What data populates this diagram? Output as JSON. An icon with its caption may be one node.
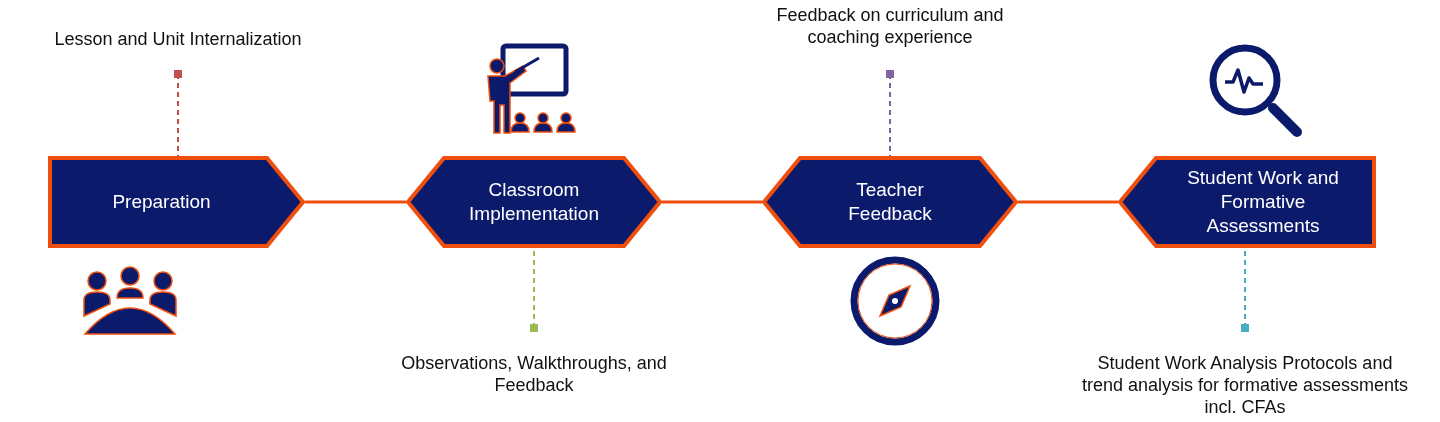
{
  "diagram": {
    "nodes": [
      {
        "text": [
          "Preparation"
        ]
      },
      {
        "text": [
          "Classroom Implementation"
        ]
      },
      {
        "text": [
          "Teacher Feedback"
        ]
      },
      {
        "text": [
          "Student Work and Formative Assessments"
        ]
      },
      {
        "text": [
          "Lesson and Unit Internalization"
        ]
      },
      {
        "text": [
          "Observations, Walkthroughs, and Feedback"
        ]
      },
      {
        "text": [
          "Feedback on curriculum and coaching experience"
        ]
      },
      {
        "text": [
          "Student Work Analysis Protocols and trend analysis for formative assessments incl. CFAs"
        ]
      }
    ],
    "edges": [
      {
        "from": 0,
        "to": 1,
        "arrow": "none"
      },
      {
        "from": 1,
        "to": 2,
        "arrow": "none"
      },
      {
        "from": 2,
        "to": 3,
        "arrow": "none"
      },
      {
        "from": 4,
        "to": 0,
        "arrow": "other",
        "style": "dashed",
        "color": "#c0504d"
      },
      {
        "from": 5,
        "to": 1,
        "arrow": "other",
        "style": "dashed",
        "color": "#9bbb59"
      },
      {
        "from": 6,
        "to": 2,
        "arrow": "other",
        "style": "dashed",
        "color": "#8064a2"
      },
      {
        "from": 7,
        "to": 3,
        "arrow": "other",
        "style": "dashed",
        "color": "#4bacc6"
      }
    ]
  }
}
